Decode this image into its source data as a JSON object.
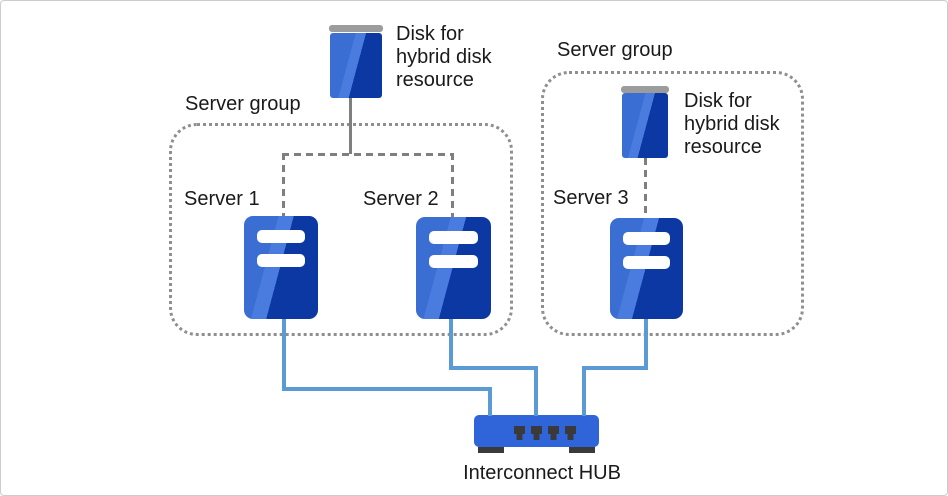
{
  "diagram": {
    "group_left": {
      "label": "Server group"
    },
    "group_right": {
      "label": "Server group"
    },
    "disk_top": {
      "line1": "Disk for",
      "line2": "hybrid disk",
      "line3": "resource"
    },
    "disk_right": {
      "line1": "Disk for",
      "line2": "hybrid disk",
      "line3": "resource"
    },
    "server1": {
      "label": "Server 1"
    },
    "server2": {
      "label": "Server 2"
    },
    "server3": {
      "label": "Server 3"
    },
    "hub": {
      "label": "Interconnect HUB"
    }
  },
  "colors": {
    "icon_blue_light": "#3a6ed2",
    "icon_blue_mid": "#4a7bde",
    "icon_blue_dark": "#0b38a3",
    "hub_blue": "#2f65d8",
    "connection_blue": "#5b9bd5",
    "connector_gray": "#7f7f7f",
    "group_border_gray": "#8f8f8f",
    "disk_cap_gray": "#9c9c9c",
    "port_dark": "#3a3a3a",
    "text": "#1a1a1a",
    "canvas_border": "#cccccc",
    "background": "#ffffff"
  }
}
